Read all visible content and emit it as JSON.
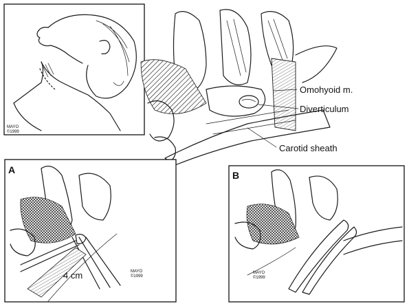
{
  "labels": {
    "omohyoid": "Omohyoid m.",
    "diverticulum": "Diverticulum",
    "carotid_sheath": "Carotid sheath",
    "measure": "4 cm"
  },
  "panels": {
    "a": "A",
    "b": "B"
  },
  "credit": {
    "name": "MAYO",
    "year": "©1999"
  },
  "colors": {
    "ink": "#1a1a1a",
    "paper": "#ffffff"
  }
}
